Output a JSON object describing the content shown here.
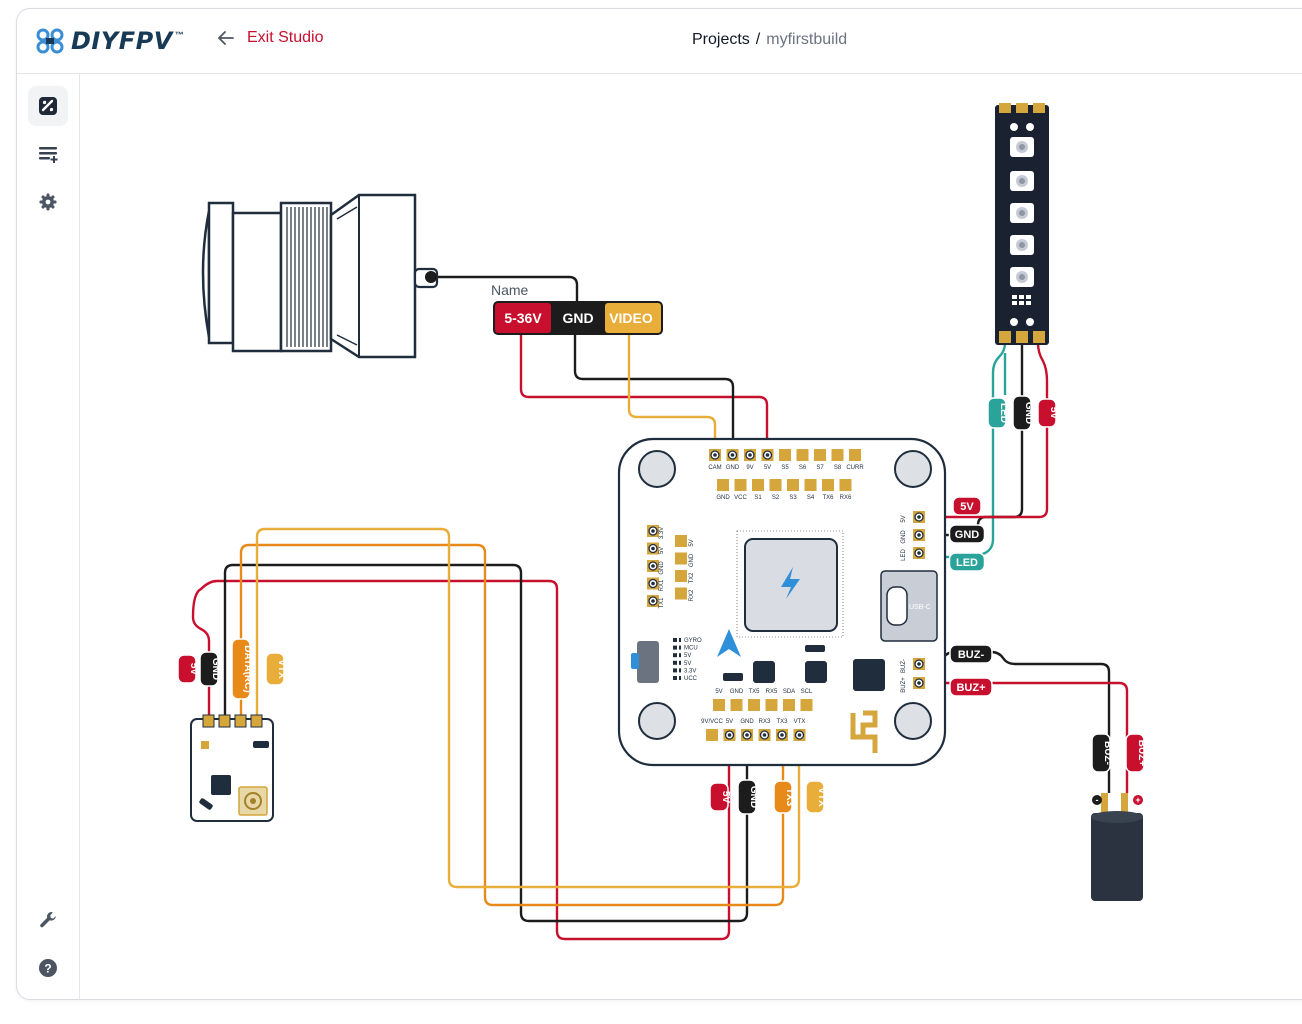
{
  "header": {
    "logo_text": "DIYFPV",
    "logo_tm": "™",
    "exit_label": "Exit Studio",
    "breadcrumb_root": "Projects",
    "breadcrumb_sep": "/",
    "breadcrumb_current": "myfirstbuild"
  },
  "sidebar": {
    "items": [
      {
        "icon": "wiring-studio-icon"
      },
      {
        "icon": "add-component-list-icon"
      },
      {
        "icon": "gear-icon"
      },
      {
        "icon": "wrench-icon"
      },
      {
        "icon": "help-icon"
      }
    ]
  },
  "diagram": {
    "camera": {
      "name_label": "Name",
      "pins": [
        "5-36V",
        "GND",
        "VIDEO"
      ]
    },
    "fc": {
      "top_pads": [
        "CAM",
        "GND",
        "9V",
        "5V",
        "S5",
        "S6",
        "S7",
        "S8",
        "CURR"
      ],
      "second_pads": [
        "GND",
        "VCC",
        "S1",
        "S2",
        "S3",
        "S4",
        "TX6",
        "RX6"
      ],
      "left_col_a": [
        "3.3V",
        "5V",
        "GND",
        "RX1",
        "TX1"
      ],
      "left_col_b": [
        "5V",
        "GND",
        "TX2",
        "RX2"
      ],
      "status_leds": [
        "GYRO",
        "MCU",
        "5V",
        "5V",
        "3.3V",
        "UCC"
      ],
      "mid_pads": [
        "5V",
        "GND",
        "TX5",
        "RX5",
        "SDA",
        "SCL"
      ],
      "bottom_pads": [
        "9V/VCC",
        "5V",
        "GND",
        "RX3",
        "TX3",
        "VTX"
      ],
      "right_led_pads": [
        "5V",
        "GND",
        "LED"
      ],
      "buzzer_pads": [
        "BUZ-",
        "BUZ+"
      ],
      "usb_label": "USB-C"
    },
    "wire_labels": {
      "led_strip": [
        "5V",
        "GND",
        "LED"
      ],
      "led_vertical": [
        "LED",
        "GND",
        "5V"
      ],
      "buzzer": [
        "BUZ-",
        "BUZ+"
      ],
      "buzzer_vertical": [
        "BUZ-",
        "BUZ+"
      ],
      "receiver": [
        "5V",
        "GND",
        "DATA(RC)",
        "VTX"
      ],
      "fc_bottom": [
        "5V",
        "GND",
        "TX3",
        "VTX"
      ]
    },
    "colors": {
      "red": "#c8102e",
      "black": "#1c1c1c",
      "orange": "#e88a1a",
      "yellow": "#e9ad3a",
      "teal": "#2aa39a",
      "gold": "#d4a63c",
      "accent_blue": "#2f8fd8"
    }
  }
}
